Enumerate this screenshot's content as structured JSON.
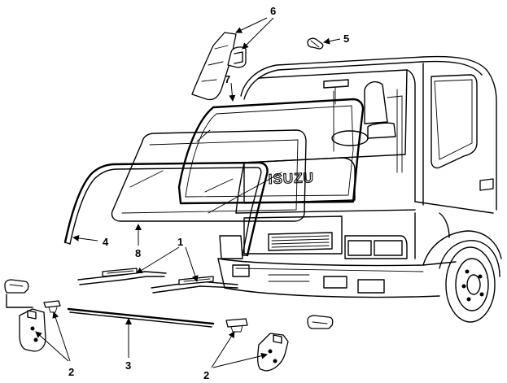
{
  "brand_text": "ISUZU",
  "callouts": {
    "c1": "1",
    "c2a": "2",
    "c2b": "2",
    "c3": "3",
    "c4": "4",
    "c5": "5",
    "c6": "6",
    "c7": "7",
    "c8": "8"
  }
}
